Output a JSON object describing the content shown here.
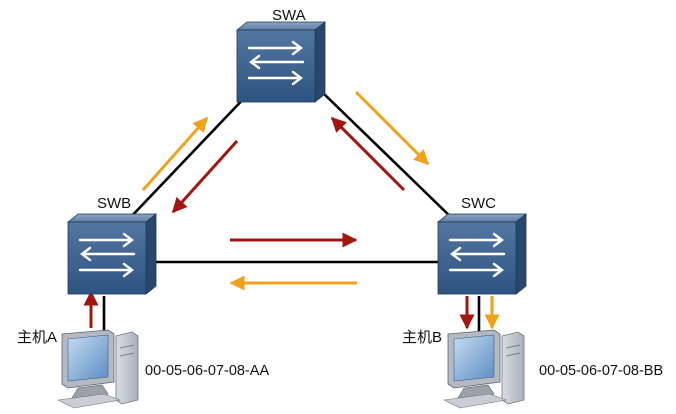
{
  "switches": {
    "swa": {
      "label": "SWA"
    },
    "swb": {
      "label": "SWB"
    },
    "swc": {
      "label": "SWC"
    }
  },
  "hosts": {
    "host_a": {
      "label": "主机A",
      "mac": "00-05-06-07-08-AA"
    },
    "host_b": {
      "label": "主机B",
      "mac": "00-05-06-07-08-BB"
    }
  },
  "colors": {
    "link": "#000000",
    "arrow_dark_red": "#a3160f",
    "arrow_orange": "#f0a21c",
    "switch_top": "#5e7ea1",
    "switch_front": "#3d6189",
    "switch_side": "#27476b"
  }
}
